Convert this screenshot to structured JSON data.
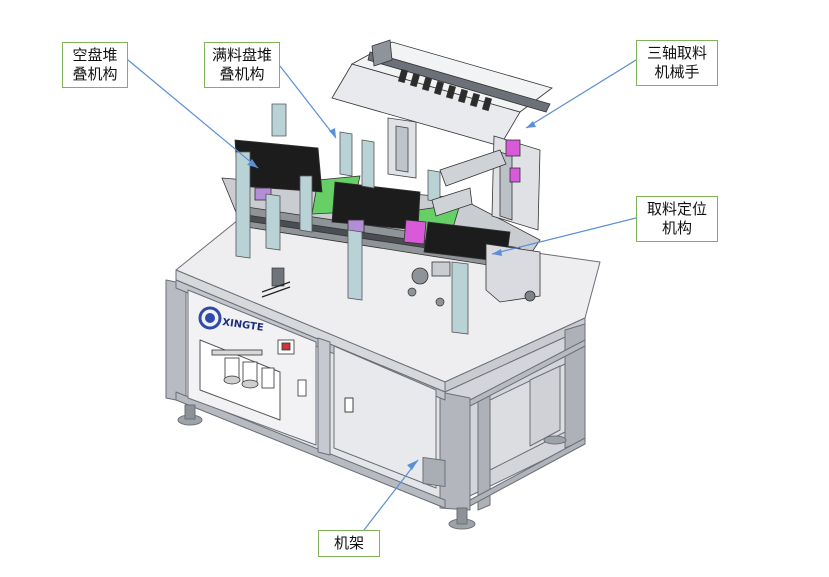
{
  "labels": {
    "empty_tray": [
      "空盘堆",
      "叠机构"
    ],
    "full_tray": [
      "满料盘堆",
      "叠机构"
    ],
    "three_axis": [
      "三轴取料",
      "机械手"
    ],
    "pick_position": [
      "取料定位",
      "机构"
    ],
    "frame": [
      "机架"
    ]
  },
  "logo_text": "XINGTE",
  "colors": {
    "callout_border": "#7fb35a",
    "leader_line": "#5b8fd6",
    "frame_panel": "#e8e8ec",
    "frame_edge": "#9aa0a8",
    "tray": "#1b1b1b",
    "magenta": "#d85ad8",
    "green": "#5cd05c",
    "post": "#b8cfd2"
  }
}
